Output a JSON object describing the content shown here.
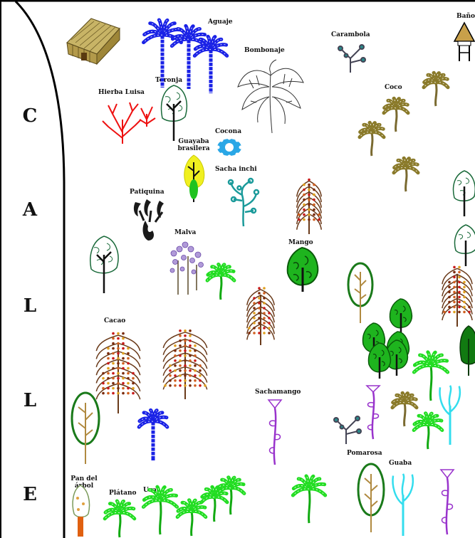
{
  "street": {
    "letters": [
      "C",
      "A",
      "L",
      "L",
      "E"
    ]
  },
  "labels": {
    "aguaje": "Aguaje",
    "bombonaje": "Bombonaje",
    "carambola": "Carambola",
    "banos": "Baño",
    "toronja": "Toronja",
    "hierba_luisa": "Hierba Luisa",
    "coco": "Coco",
    "cocona": "Cocona",
    "guayaba_brasilera": "Guayaba brasilera",
    "sacha_inchi": "Sacha inchi",
    "patiquina": "Patiquina",
    "malva": "Malva",
    "mango": "Mango",
    "cacao": "Cacao",
    "sachamango": "Sachamango",
    "pomarosa": "Pomarosa",
    "guaba": "Guaba",
    "pan_del_arbol": "Pan del árbol",
    "platano": "Plátano",
    "uvas": "Uvas"
  },
  "icons": {
    "house": "thatched-hut-icon",
    "hut": "small-hut-icon",
    "palm": "palm-tree-icon",
    "tree": "tree-icon"
  },
  "colors": {
    "aguaje": "#1a22e6",
    "hierba_luisa": "#ee1111",
    "cocona": "#2aa7e6",
    "guayaba": "#e6e61a",
    "sacha_inchi": "#1ab0b0",
    "malva": "#9a7ac8",
    "platano": "#22dd22",
    "mango": "#11aa11",
    "sachamango": "#9933cc",
    "guaba": "#33ddee",
    "coco": "#8a7a2a",
    "toronja": "#1a6a3a"
  }
}
